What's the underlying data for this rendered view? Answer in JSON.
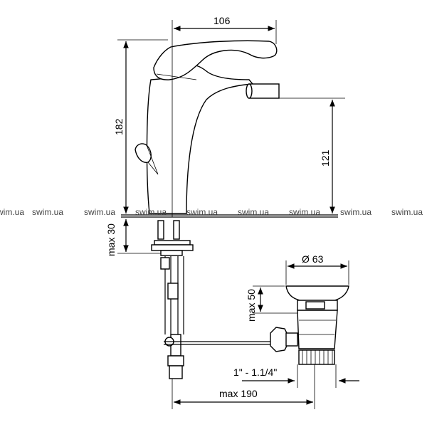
{
  "dimensions": {
    "width_top": "106",
    "height_total": "182",
    "spout_height": "121",
    "max_deck_thickness": "max 30",
    "drain_diameter": "Ø 63",
    "drain_max_lift": "max 50",
    "thread_size": "1\" - 1.1/4\"",
    "max_reach": "max 190"
  },
  "watermark": {
    "text": "swim.ua",
    "count": 8
  },
  "icons": {
    "faucet": "faucet-icon",
    "drain": "pop-up-drain-icon"
  }
}
